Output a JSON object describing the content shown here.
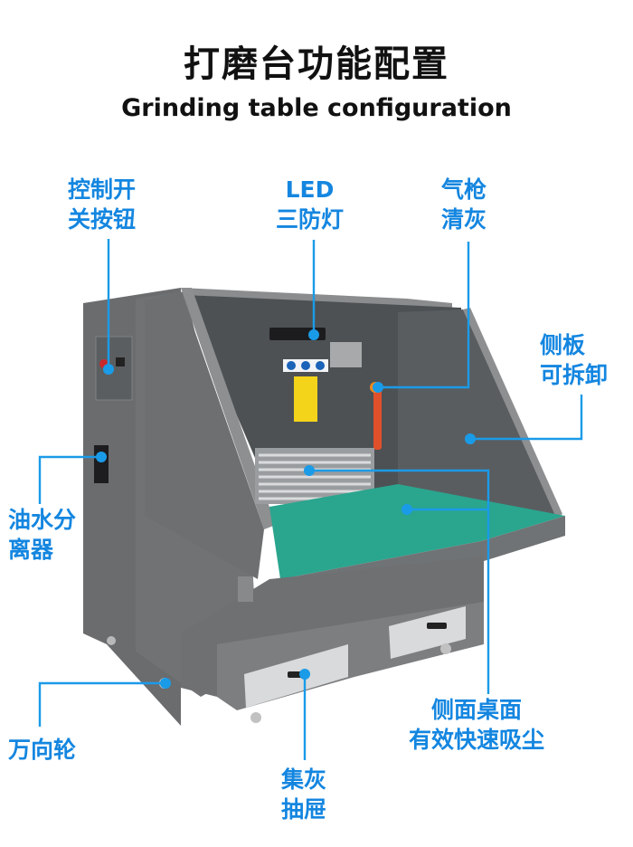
{
  "header": {
    "title_cn": "打磨台功能配置",
    "title_en": "Grinding table configuration"
  },
  "colors": {
    "accent": "#1486e0",
    "callout_line": "#1a9be8",
    "machine_body": "#6b6d6f",
    "machine_dark": "#55585b",
    "table_mesh": "#2fae96",
    "drawer": "#d8dadc"
  },
  "callouts": [
    {
      "id": "control-switch",
      "lines": [
        "控制开",
        "关按钮"
      ]
    },
    {
      "id": "led-light",
      "lines": [
        "LED",
        "三防灯"
      ]
    },
    {
      "id": "air-gun",
      "lines": [
        "气枪",
        "清灰"
      ]
    },
    {
      "id": "side-panel",
      "lines": [
        "侧板",
        "可拆卸"
      ]
    },
    {
      "id": "oil-water-separator",
      "lines": [
        "油水分",
        "离器"
      ]
    },
    {
      "id": "caster-wheel",
      "lines": [
        "万向轮"
      ]
    },
    {
      "id": "dust-drawer",
      "lines": [
        "集灰",
        "抽屉"
      ]
    },
    {
      "id": "side-desktop-suction",
      "lines": [
        "侧面桌面",
        "有效快速吸尘"
      ]
    }
  ]
}
